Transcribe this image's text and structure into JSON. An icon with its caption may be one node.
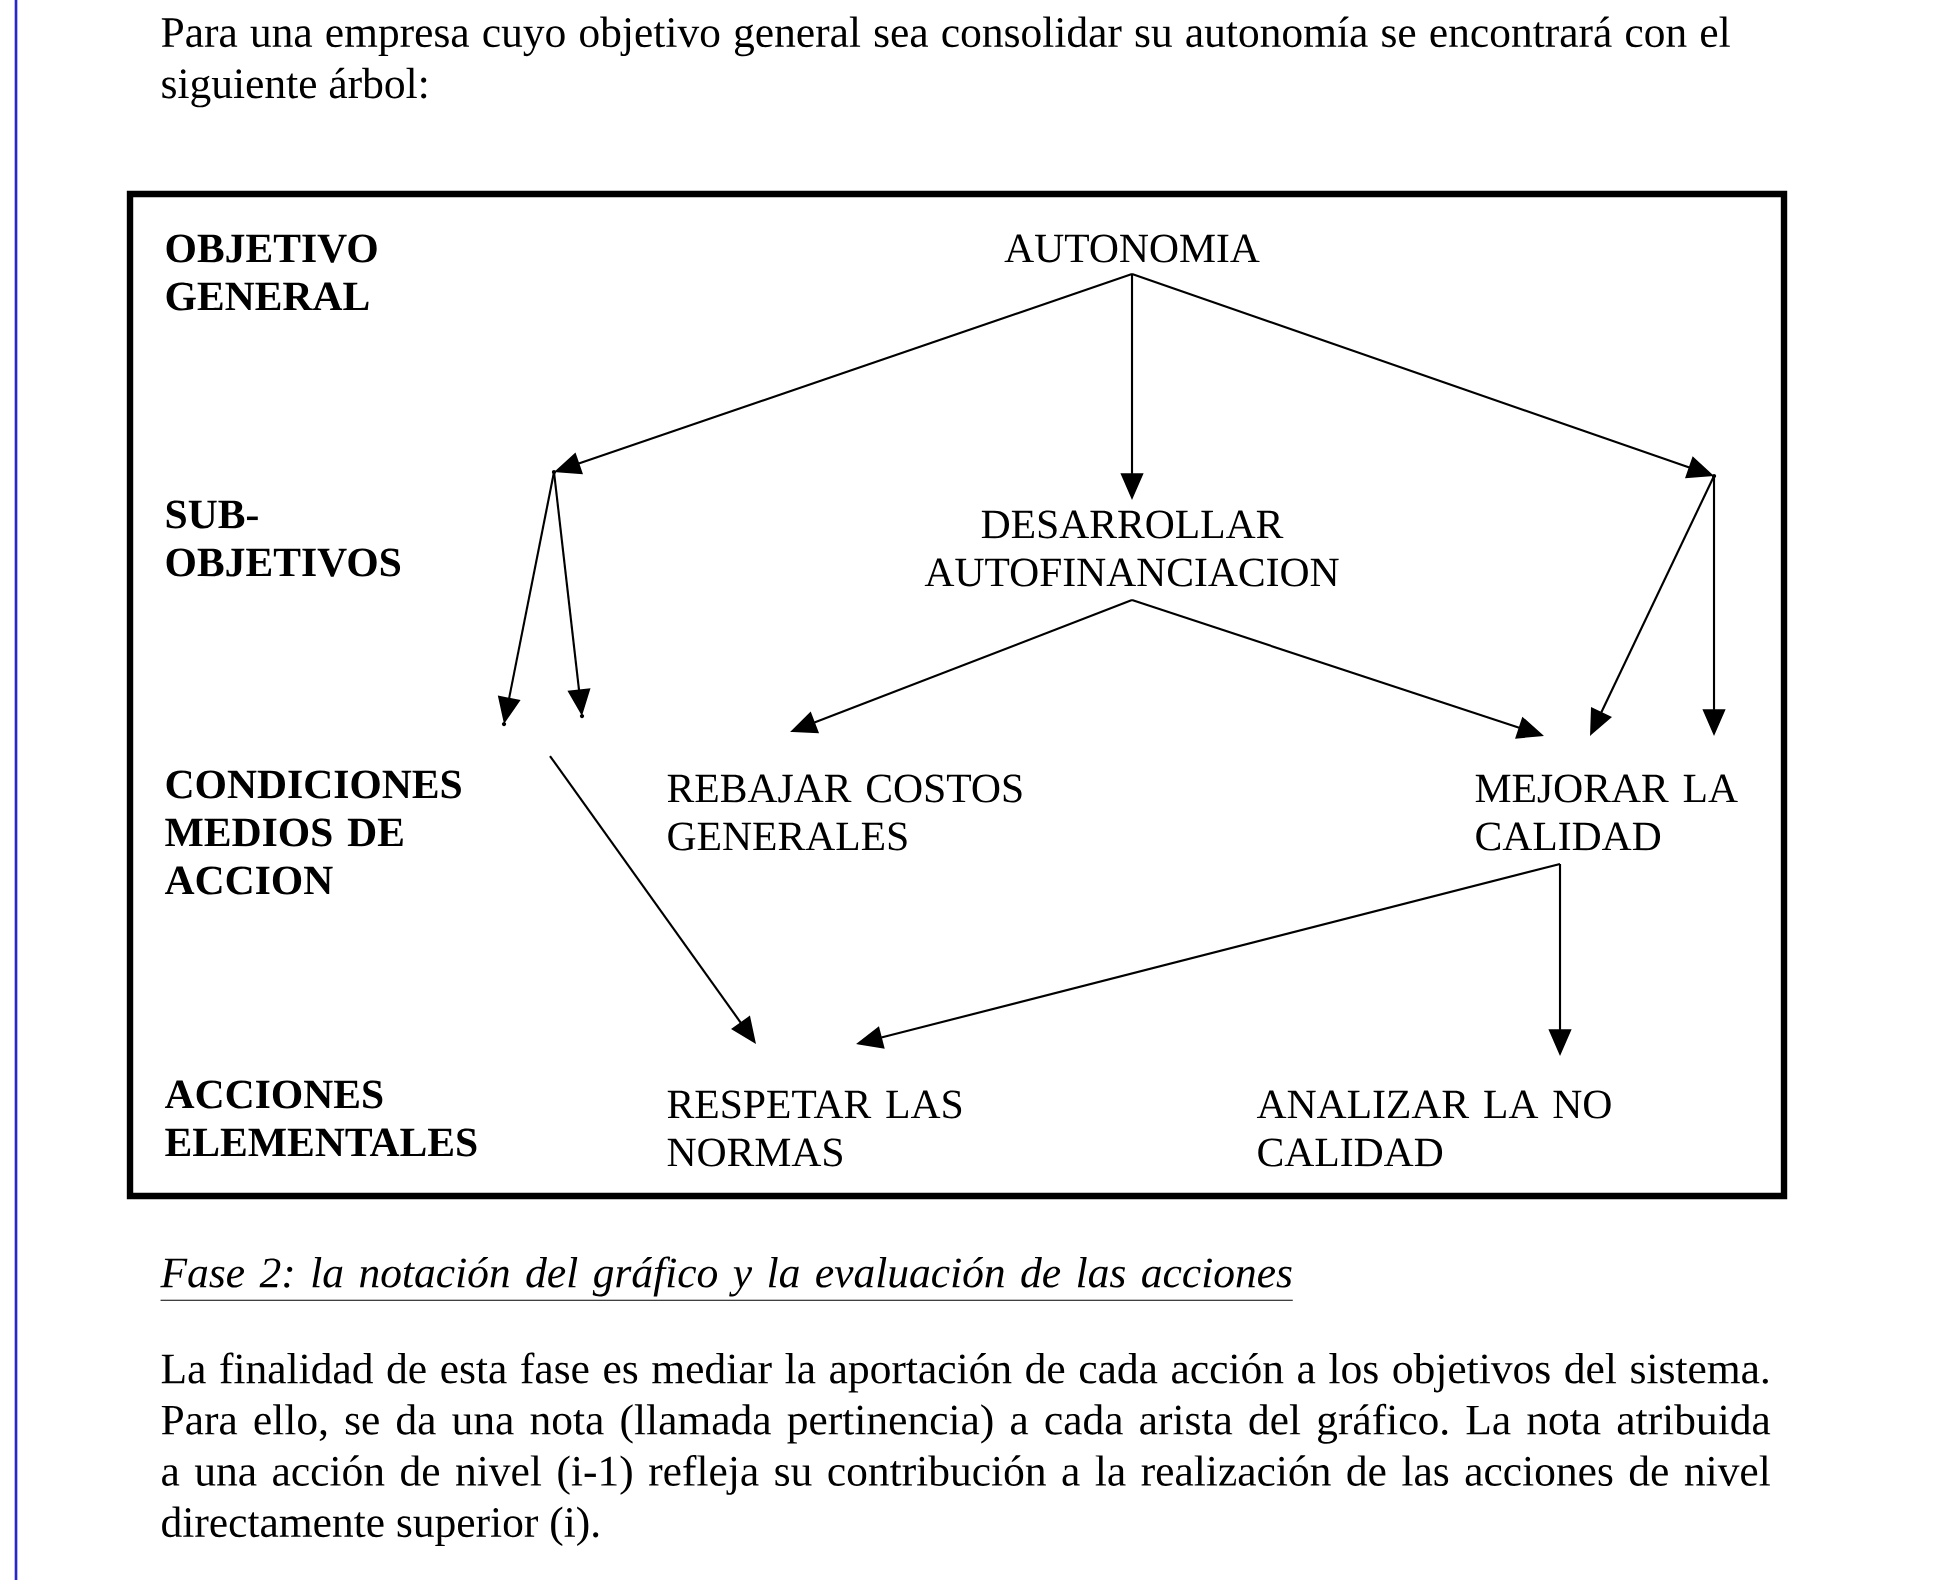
{
  "diagram": {
    "nodes": [
      {
        "text": [
          "AUTONOMIA"
        ]
      },
      {
        "text": [],
        "shape": "point"
      },
      {
        "text": [
          "DESARROLLAR AUTOFINANCIACION"
        ]
      },
      {
        "text": [],
        "shape": "point"
      },
      {
        "text": [],
        "shape": "point"
      },
      {
        "text": [],
        "shape": "point"
      },
      {
        "text": [
          "REBAJAR COSTOS GENERALES"
        ]
      },
      {
        "text": [
          "MEJORAR LA CALIDAD"
        ]
      },
      {
        "text": [
          "RESPETAR LAS NORMAS"
        ]
      },
      {
        "text": [
          "ANALIZAR LA NO CALIDAD"
        ]
      }
    ],
    "edges": [
      {
        "from": 0,
        "to": 1,
        "arrow": "to"
      },
      {
        "from": 0,
        "to": 2,
        "arrow": "to"
      },
      {
        "from": 0,
        "to": 3,
        "arrow": "to"
      },
      {
        "from": 1,
        "to": 4,
        "arrow": "to"
      },
      {
        "from": 1,
        "to": 5,
        "arrow": "to"
      },
      {
        "from": 2,
        "to": 6,
        "arrow": "to"
      },
      {
        "from": 2,
        "to": 7,
        "arrow": "to"
      },
      {
        "from": 3,
        "to": 7,
        "arrow": "to"
      },
      {
        "from": 3,
        "to": 7,
        "arrow": "to"
      },
      {
        "from": null,
        "to": 8,
        "arrow": "to"
      },
      {
        "from": 7,
        "to": 8,
        "arrow": "to"
      },
      {
        "from": 7,
        "to": 9,
        "arrow": "to"
      }
    ],
    "labels": [
      "Para una empresa cuyo objetivo general sea consolidar su autonomía se encontrará con el siguiente árbol:",
      "OBJETIVO GENERAL",
      "SUB- OBJETIVOS",
      "CONDICIONES MEDIOS DE ACCION",
      "ACCIONES ELEMENTALES",
      "Fase 2: la notación del gráfico y la evaluación de las acciones",
      "La finalidad de esta fase es mediar la aportación de cada acción a los objetivos del sistema. Para ello, se da una nota (llamada pertinencia) a cada arista del gráfico. La nota atribuida a una acción de nivel (i-1) refleja su contribución a la realización de las acciones de nivel directamente superior (i)."
    ]
  }
}
